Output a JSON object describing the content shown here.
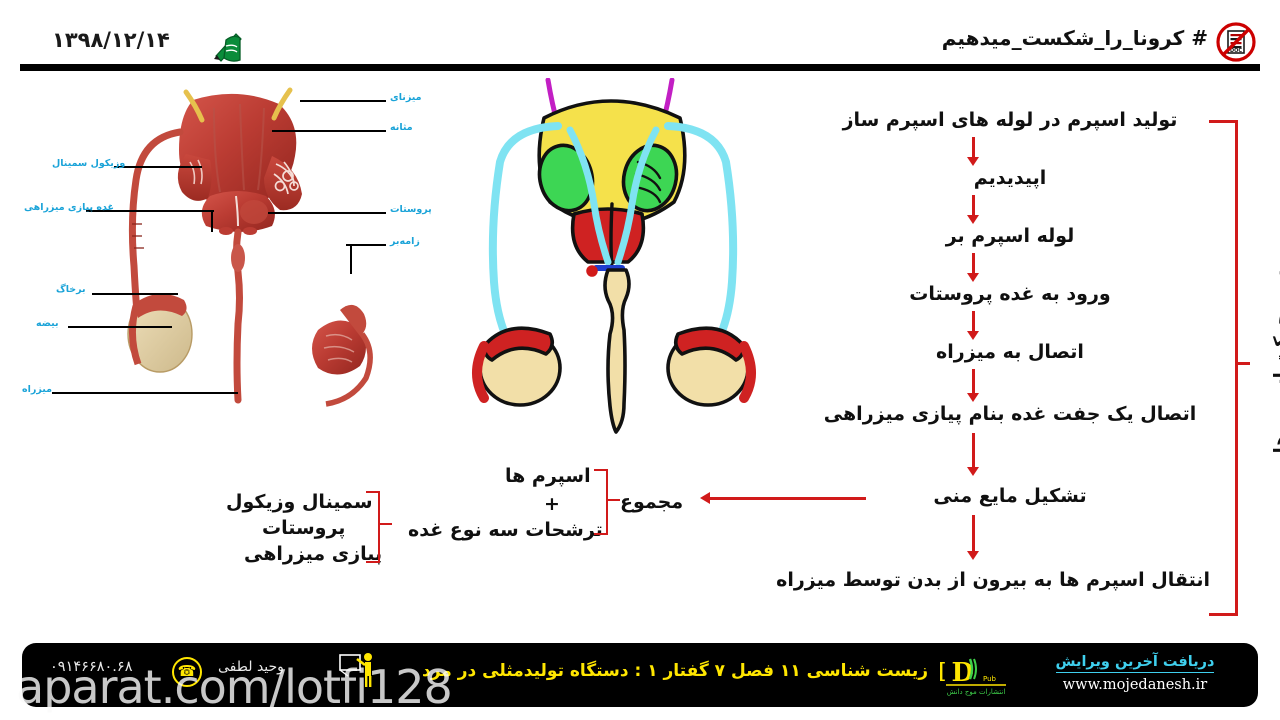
{
  "header": {
    "date": "۱۳۹۸/۱۲/۱۴",
    "hashtag": "# کرونا_را_شکست_میدهیم",
    "pen_icon": "hand-writing-pen-icon",
    "badge_icon": "no-document-prohibition-icon",
    "badge_text": "DOC"
  },
  "photo_diagram": {
    "title": "male-reproductive-system-photograph",
    "labels": [
      {
        "text": "میزنای",
        "meaning": "ureter"
      },
      {
        "text": "مثانه",
        "meaning": "bladder"
      },
      {
        "text": "پروستات",
        "meaning": "prostate"
      },
      {
        "text": "زامه‌بر",
        "meaning": "vas-deferens"
      },
      {
        "text": "وزیکول سمینال",
        "meaning": "seminal-vesicle"
      },
      {
        "text": "غده پیازی میزراهی",
        "meaning": "bulbourethral-gland"
      },
      {
        "text": "برخاگ",
        "meaning": "epididymis"
      },
      {
        "text": "بیضه",
        "meaning": "testis"
      },
      {
        "text": "میزراه",
        "meaning": "urethra"
      }
    ]
  },
  "schematic": {
    "title": "male-reproductive-system-schematic",
    "colors": {
      "bladder": "#F5E14B",
      "seminal_vesicle": "#3DD654",
      "prostate": "#CF2222",
      "duct": "#7FE3F2",
      "ureter": "#C21FC4",
      "testis": "#F2DFA8",
      "epididymis": "#CF2222",
      "outline": "#111111"
    }
  },
  "flowchart": {
    "accent_color": "#d11a1a",
    "steps": [
      "تولید اسپرم در لوله های اسپرم ساز",
      "اپیدیدیم",
      "لوله اسپرم بر",
      "ورود به غده پروستات",
      "اتصال به میزراه",
      "اتصال یک جفت غده بنام پیازی میزراهی",
      "تشکیل مایع منی",
      "انتقال اسپرم ها به بیرون از بدن توسط میزراه"
    ],
    "side_label": "مسیر حرکت اسپرم ها"
  },
  "summary": {
    "total_label": "مجموع",
    "components": [
      "اسپرم ها",
      "+",
      "ترشحات سه نوع غده"
    ],
    "glands": [
      "سمینال وزیکول",
      "پروستات",
      "پیازی میزراهی"
    ]
  },
  "footer": {
    "title": "زیست شناسی ۱۱ فصل ۷ گفتار ۱ : دستگاه تولیدمثلی در مرد",
    "phone": "۰۹۱۴۶۶۸۰.۶۸",
    "phone_icon": "phone-handset-icon",
    "teacher": "وحید لطفی",
    "teacher_icon": "teacher-blackboard-icon",
    "site_label": "دریافت آخرین ویرایش",
    "site_url": "www.mojedanesh.ir",
    "logo_text": "MD",
    "logo_sub": "Pub",
    "logo_fa": "انتشارات موج دانش"
  },
  "watermark": {
    "text": "aparat.com/lotfi128"
  }
}
